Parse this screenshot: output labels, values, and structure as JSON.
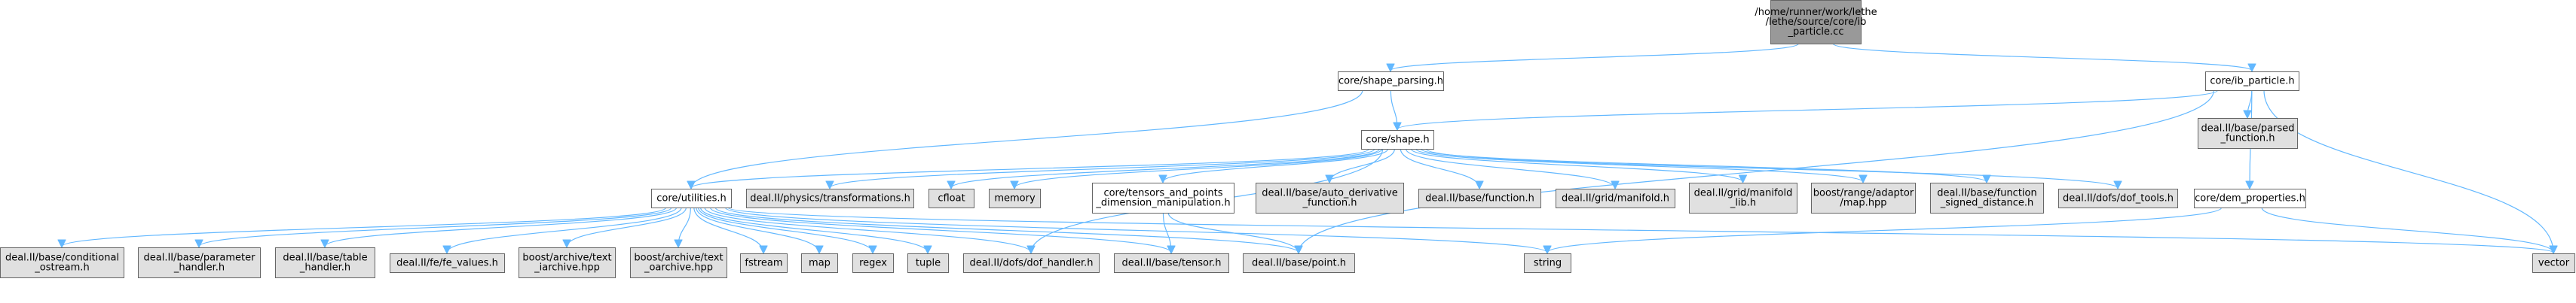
{
  "colors": {
    "root_fill": "#999999",
    "local_fill": "#ffffff",
    "external_fill": "#e0e0e0",
    "edge": "#63b8ff",
    "border": "#666666"
  },
  "nodes": [
    {
      "id": "root",
      "lines": [
        "/home/runner/work/lethe",
        "/lethe/source/core/ib",
        "_particle.cc"
      ],
      "kind": "root"
    },
    {
      "id": "shape_parsing",
      "lines": [
        "core/shape_parsing.h"
      ],
      "kind": "local"
    },
    {
      "id": "ib_particle",
      "lines": [
        "core/ib_particle.h"
      ],
      "kind": "local"
    },
    {
      "id": "shape",
      "lines": [
        "core/shape.h"
      ],
      "kind": "local"
    },
    {
      "id": "parsed_function",
      "lines": [
        "deal.II/base/parsed",
        "_function.h"
      ],
      "kind": "external"
    },
    {
      "id": "utilities",
      "lines": [
        "core/utilities.h"
      ],
      "kind": "local"
    },
    {
      "id": "transformations",
      "lines": [
        "deal.II/physics/transformations.h"
      ],
      "kind": "external"
    },
    {
      "id": "cfloat",
      "lines": [
        "cfloat"
      ],
      "kind": "external"
    },
    {
      "id": "memory",
      "lines": [
        "memory"
      ],
      "kind": "external"
    },
    {
      "id": "tensors",
      "lines": [
        "core/tensors_and_points",
        "_dimension_manipulation.h"
      ],
      "kind": "local"
    },
    {
      "id": "auto_derivative",
      "lines": [
        "deal.II/base/auto_derivative",
        "_function.h"
      ],
      "kind": "external"
    },
    {
      "id": "function",
      "lines": [
        "deal.II/base/function.h"
      ],
      "kind": "external"
    },
    {
      "id": "manifold",
      "lines": [
        "deal.II/grid/manifold.h"
      ],
      "kind": "external"
    },
    {
      "id": "manifold_lib",
      "lines": [
        "deal.II/grid/manifold",
        "_lib.h"
      ],
      "kind": "external"
    },
    {
      "id": "map_hpp",
      "lines": [
        "boost/range/adaptor",
        "/map.hpp"
      ],
      "kind": "external"
    },
    {
      "id": "signed_distance",
      "lines": [
        "deal.II/base/function",
        "_signed_distance.h"
      ],
      "kind": "external"
    },
    {
      "id": "dof_tools",
      "lines": [
        "deal.II/dofs/dof_tools.h"
      ],
      "kind": "external"
    },
    {
      "id": "dem_properties",
      "lines": [
        "core/dem_properties.h"
      ],
      "kind": "local"
    },
    {
      "id": "cond_ostream",
      "lines": [
        "deal.II/base/conditional",
        "_ostream.h"
      ],
      "kind": "external"
    },
    {
      "id": "param_handler",
      "lines": [
        "deal.II/base/parameter",
        "_handler.h"
      ],
      "kind": "external"
    },
    {
      "id": "table_handler",
      "lines": [
        "deal.II/base/table",
        "_handler.h"
      ],
      "kind": "external"
    },
    {
      "id": "fe_values",
      "lines": [
        "deal.II/fe/fe_values.h"
      ],
      "kind": "external"
    },
    {
      "id": "text_iarchive",
      "lines": [
        "boost/archive/text",
        "_iarchive.hpp"
      ],
      "kind": "external"
    },
    {
      "id": "text_oarchive",
      "lines": [
        "boost/archive/text",
        "_oarchive.hpp"
      ],
      "kind": "external"
    },
    {
      "id": "fstream",
      "lines": [
        "fstream"
      ],
      "kind": "external"
    },
    {
      "id": "map",
      "lines": [
        "map"
      ],
      "kind": "external"
    },
    {
      "id": "regex",
      "lines": [
        "regex"
      ],
      "kind": "external"
    },
    {
      "id": "tuple",
      "lines": [
        "tuple"
      ],
      "kind": "external"
    },
    {
      "id": "dof_handler",
      "lines": [
        "deal.II/dofs/dof_handler.h"
      ],
      "kind": "external"
    },
    {
      "id": "tensor",
      "lines": [
        "deal.II/base/tensor.h"
      ],
      "kind": "external"
    },
    {
      "id": "point",
      "lines": [
        "deal.II/base/point.h"
      ],
      "kind": "external"
    },
    {
      "id": "string",
      "lines": [
        "string"
      ],
      "kind": "external"
    },
    {
      "id": "vector",
      "lines": [
        "vector"
      ],
      "kind": "external"
    }
  ],
  "edges": [
    [
      "root",
      "shape_parsing"
    ],
    [
      "root",
      "ib_particle"
    ],
    [
      "shape_parsing",
      "shape"
    ],
    [
      "shape_parsing",
      "utilities"
    ],
    [
      "ib_particle",
      "shape"
    ],
    [
      "ib_particle",
      "parsed_function"
    ],
    [
      "ib_particle",
      "dem_properties"
    ],
    [
      "ib_particle",
      "point"
    ],
    [
      "ib_particle",
      "vector"
    ],
    [
      "shape",
      "utilities"
    ],
    [
      "shape",
      "transformations"
    ],
    [
      "shape",
      "cfloat"
    ],
    [
      "shape",
      "memory"
    ],
    [
      "shape",
      "tensors"
    ],
    [
      "shape",
      "auto_derivative"
    ],
    [
      "shape",
      "function"
    ],
    [
      "shape",
      "manifold"
    ],
    [
      "shape",
      "manifold_lib"
    ],
    [
      "shape",
      "map_hpp"
    ],
    [
      "shape",
      "signed_distance"
    ],
    [
      "shape",
      "dof_tools"
    ],
    [
      "shape",
      "dof_handler"
    ],
    [
      "utilities",
      "cond_ostream"
    ],
    [
      "utilities",
      "param_handler"
    ],
    [
      "utilities",
      "table_handler"
    ],
    [
      "utilities",
      "fe_values"
    ],
    [
      "utilities",
      "text_iarchive"
    ],
    [
      "utilities",
      "text_oarchive"
    ],
    [
      "utilities",
      "fstream"
    ],
    [
      "utilities",
      "map"
    ],
    [
      "utilities",
      "regex"
    ],
    [
      "utilities",
      "tuple"
    ],
    [
      "utilities",
      "dof_handler"
    ],
    [
      "utilities",
      "tensor"
    ],
    [
      "utilities",
      "point"
    ],
    [
      "utilities",
      "string"
    ],
    [
      "utilities",
      "vector"
    ],
    [
      "tensors",
      "tensor"
    ],
    [
      "tensors",
      "point"
    ],
    [
      "dem_properties",
      "string"
    ],
    [
      "dem_properties",
      "vector"
    ]
  ]
}
